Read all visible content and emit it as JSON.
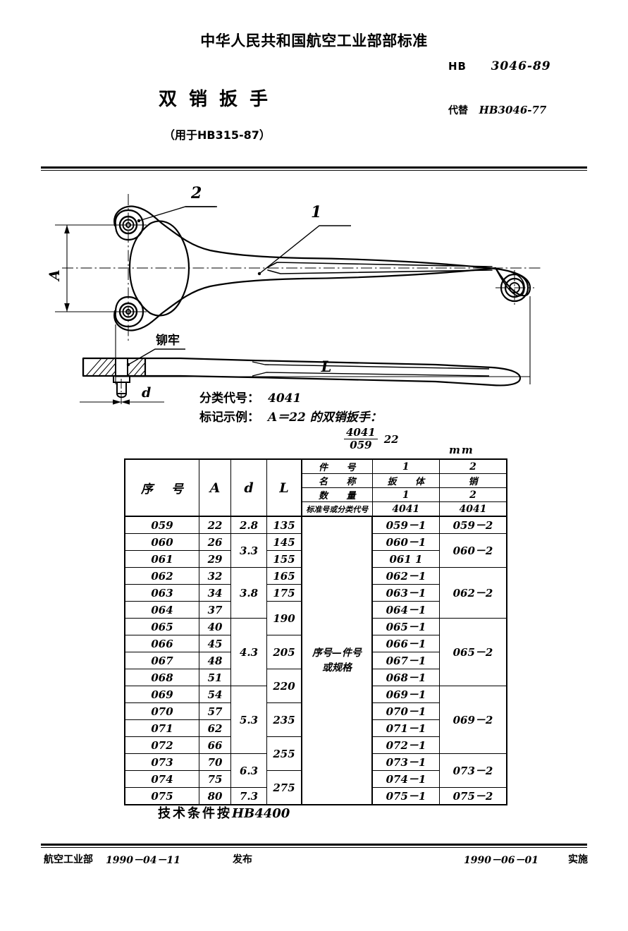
{
  "header": {
    "ministry": "中华人民共和国航空工业部部标准",
    "std_prefix": "HB",
    "std_number": "3046-89",
    "replaces_label": "代替",
    "replaces_number": "HB3046-77",
    "title": "双销扳手",
    "subtitle": "（用于HB315-87）"
  },
  "drawing": {
    "callout_1": "1",
    "callout_2": "2",
    "dim_a": "A",
    "dim_l": "L",
    "dim_d": "d",
    "rivet_note": "铆牢"
  },
  "notes": {
    "classification_label": "分类代号：",
    "classification_value": "4041",
    "marking_label": "标记示例：",
    "marking_text": "A＝22 的双销扳手：",
    "marking_numerator": "4041",
    "marking_denominator": "059",
    "marking_size": "22",
    "unit": "mm"
  },
  "table": {
    "headers": {
      "seq": "序  号",
      "a": "A",
      "d": "d",
      "l": "L",
      "part_no": "件        号",
      "name": "名        称",
      "quantity": "数        量",
      "std_code": "标准号或分类代号",
      "mid_note_line1": "序号—件号",
      "mid_note_line2": "或规格"
    },
    "part_columns": [
      {
        "part_no": "1",
        "name": "扳    体",
        "quantity": "1",
        "std_code": "4041"
      },
      {
        "part_no": "2",
        "name": "销",
        "quantity": "2",
        "std_code": "4041"
      }
    ],
    "rows": [
      {
        "seq": "059",
        "a": "22",
        "p1": "059－1"
      },
      {
        "seq": "060",
        "a": "26",
        "p1": "060－1"
      },
      {
        "seq": "061",
        "a": "29",
        "p1": "061  1"
      },
      {
        "seq": "062",
        "a": "32",
        "p1": "062－1"
      },
      {
        "seq": "063",
        "a": "34",
        "p1": "063－1"
      },
      {
        "seq": "064",
        "a": "37",
        "p1": "064－1"
      },
      {
        "seq": "065",
        "a": "40",
        "p1": "065－1"
      },
      {
        "seq": "066",
        "a": "45",
        "p1": "066－1"
      },
      {
        "seq": "067",
        "a": "48",
        "p1": "067－1"
      },
      {
        "seq": "068",
        "a": "51",
        "p1": "068－1"
      },
      {
        "seq": "069",
        "a": "54",
        "p1": "069－1"
      },
      {
        "seq": "070",
        "a": "57",
        "p1": "070－1"
      },
      {
        "seq": "071",
        "a": "62",
        "p1": "071－1"
      },
      {
        "seq": "072",
        "a": "66",
        "p1": "072－1"
      },
      {
        "seq": "073",
        "a": "70",
        "p1": "073－1"
      },
      {
        "seq": "074",
        "a": "75",
        "p1": "074－1"
      },
      {
        "seq": "075",
        "a": "80",
        "p1": "075－1"
      }
    ],
    "d_groups": [
      {
        "value": "2.8",
        "span": 1
      },
      {
        "value": "3.3",
        "span": 2
      },
      {
        "value": "3.8",
        "span": 3
      },
      {
        "value": "4.3",
        "span": 4
      },
      {
        "value": "5.3",
        "span": 4
      },
      {
        "value": "6.3",
        "span": 2
      },
      {
        "value": "7.3",
        "span": 1
      }
    ],
    "l_groups": [
      {
        "value": "135",
        "span": 1
      },
      {
        "value": "145",
        "span": 1
      },
      {
        "value": "155",
        "span": 1
      },
      {
        "value": "165",
        "span": 1
      },
      {
        "value": "175",
        "span": 1
      },
      {
        "value": "190",
        "span": 2
      },
      {
        "value": "205",
        "span": 2
      },
      {
        "value": "220",
        "span": 2
      },
      {
        "value": "235",
        "span": 2
      },
      {
        "value": "255",
        "span": 2
      },
      {
        "value": "275",
        "span": 2
      }
    ],
    "p2_groups": [
      {
        "value": "059－2",
        "span": 1
      },
      {
        "value": "060－2",
        "span": 2
      },
      {
        "value": "062－2",
        "span": 3
      },
      {
        "value": "065－2",
        "span": 4
      },
      {
        "value": "069－2",
        "span": 4
      },
      {
        "value": "073－2",
        "span": 2
      },
      {
        "value": "075－2",
        "span": 1
      }
    ]
  },
  "tech_note": {
    "text": "技术条件按",
    "code": "HB4400"
  },
  "footer": {
    "issuer": "航空工业部",
    "issue_date": "1990－04－11",
    "publish": "发布",
    "effective_date": "1990－06－01",
    "effective": "实施"
  }
}
